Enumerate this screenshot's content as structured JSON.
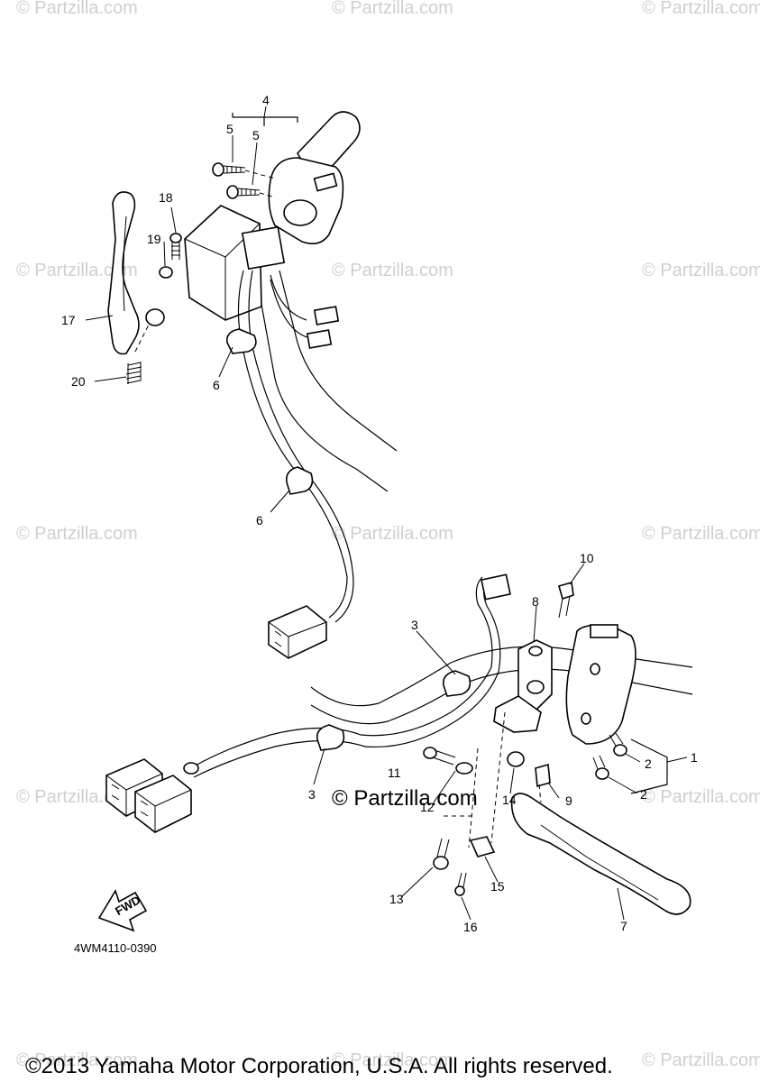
{
  "watermark": {
    "text": "© Partzilla.com",
    "center_text": "© Partzilla.com"
  },
  "diagram_code": "4WM4110-0390",
  "fwd_label": "FWD",
  "copyright": "©2013 Yamaha Motor Corporation, U.S.A. All rights reserved.",
  "callouts": {
    "c1": "1",
    "c2a": "2",
    "c2b": "2",
    "c3a": "3",
    "c3b": "3",
    "c4": "4",
    "c5a": "5",
    "c5b": "5",
    "c6a": "6",
    "c6b": "6",
    "c7": "7",
    "c8": "8",
    "c9": "9",
    "c10": "10",
    "c11": "11",
    "c12": "12",
    "c13": "13",
    "c14": "14",
    "c15": "15",
    "c16": "16",
    "c17": "17",
    "c18": "18",
    "c19": "19",
    "c20": "20"
  }
}
